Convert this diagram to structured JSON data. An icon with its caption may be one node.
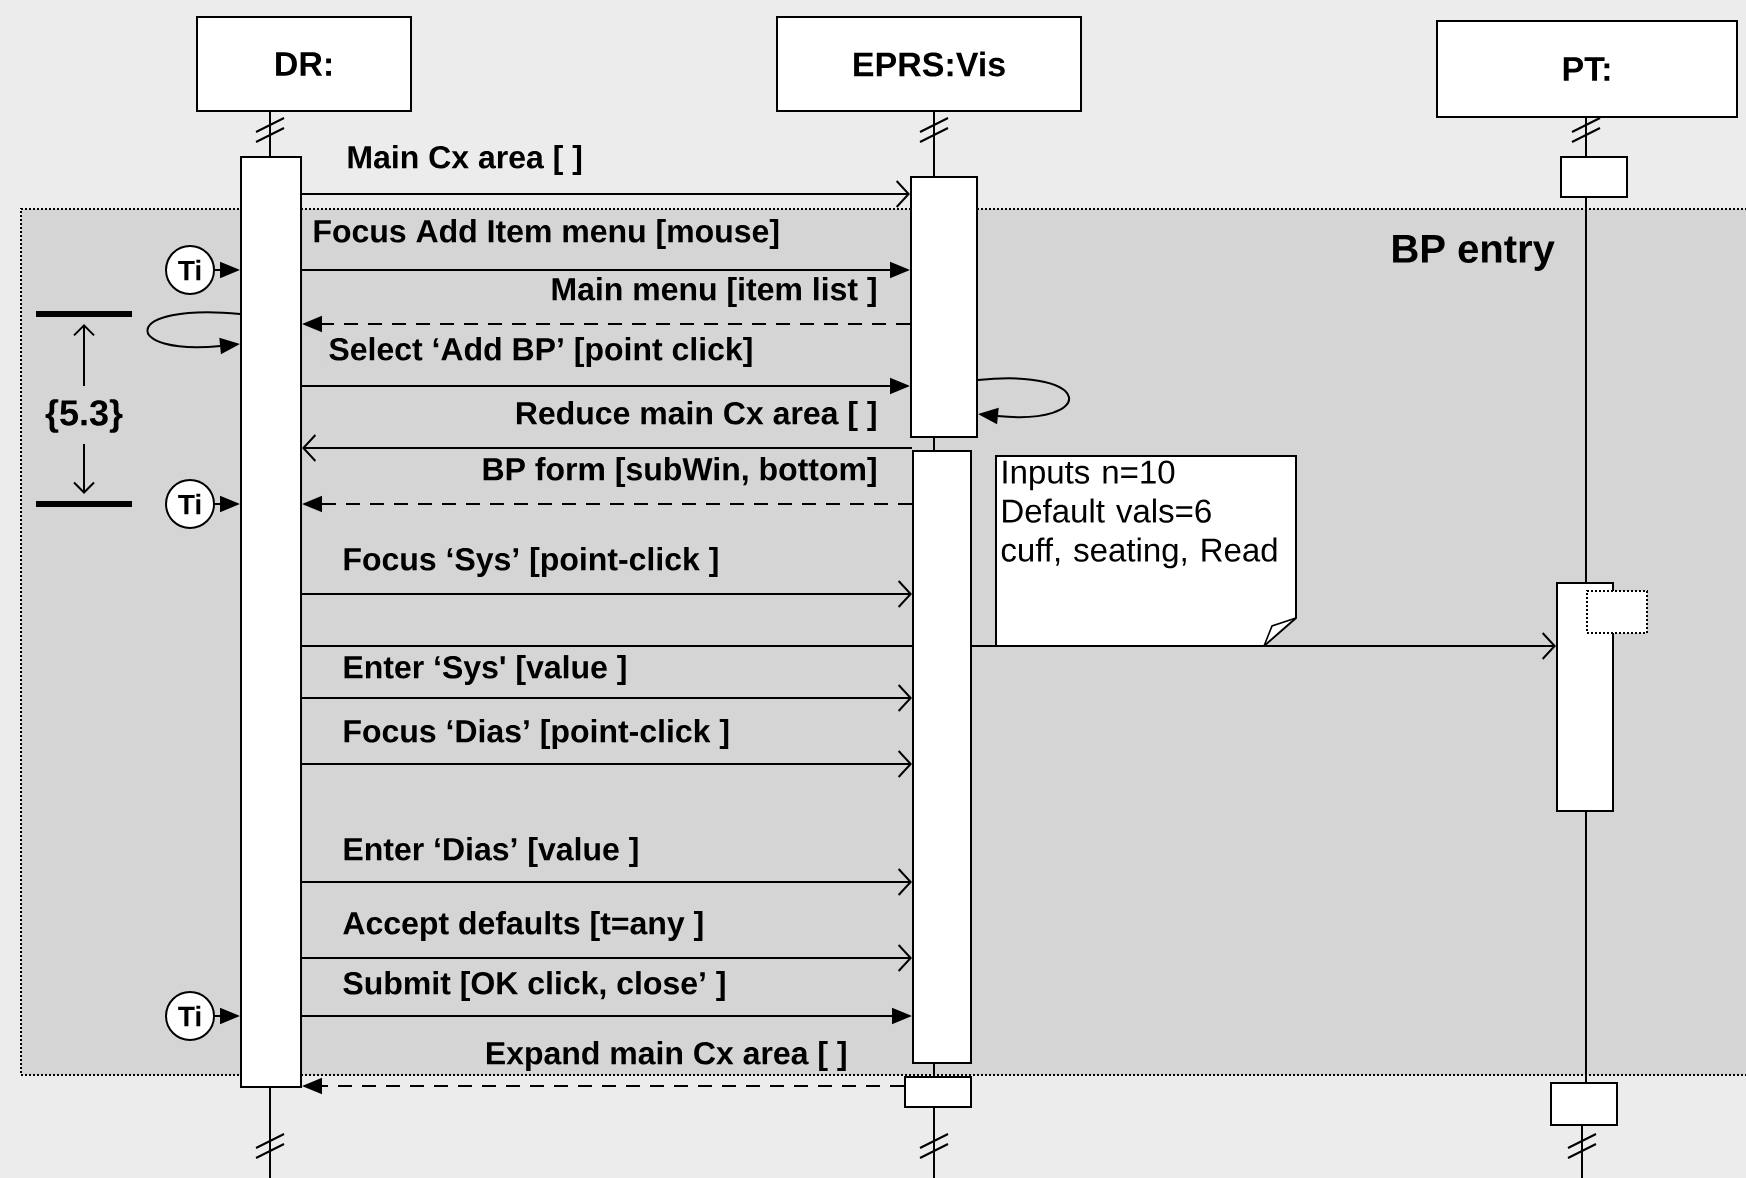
{
  "diagram": {
    "nodes": [
      {
        "text": [
          "BP entry"
        ]
      },
      {
        "text": [
          "DR:"
        ]
      },
      {
        "text": [
          "EPRS:Vis"
        ]
      },
      {
        "text": [
          "PT:"
        ]
      },
      {
        "text": [],
        "shape": "bar"
      },
      {
        "text": [],
        "shape": "bar"
      },
      {
        "text": [],
        "shape": "bar",
        "in": 0
      },
      {
        "text": [],
        "shape": "bar"
      },
      {
        "text": [],
        "shape": "bar"
      },
      {
        "text": [],
        "shape": "bar",
        "in": 0
      },
      {
        "text": [],
        "shape": "box",
        "in": 0
      },
      {
        "text": [],
        "shape": "bar"
      },
      {
        "text": [
          "Inputs n=10 Default vals=6 cuff, seating, Read"
        ],
        "in": 0
      },
      {
        "text": [
          "Ti"
        ],
        "in": 0
      },
      {
        "text": [
          "Ti"
        ],
        "in": 0
      },
      {
        "text": [
          "Ti"
        ],
        "in": 0
      }
    ],
    "edges": [
      {
        "from": 1,
        "to": 4,
        "arrow": "none"
      },
      {
        "from": 2,
        "to": 5,
        "arrow": "none"
      },
      {
        "from": 5,
        "to": 6,
        "arrow": "none"
      },
      {
        "from": 6,
        "to": 7,
        "arrow": "none"
      },
      {
        "from": 3,
        "to": 8,
        "arrow": "none"
      },
      {
        "from": 8,
        "to": 9,
        "arrow": "none"
      },
      {
        "from": 9,
        "to": 11,
        "arrow": "none"
      },
      {
        "from": 4,
        "to": 5,
        "arrow": "to",
        "label": "Main Cx area [ ]"
      },
      {
        "from": 13,
        "to": 4,
        "arrow": "to"
      },
      {
        "from": 4,
        "to": 5,
        "arrow": "to",
        "label": "Focus Add Item menu [mouse]"
      },
      {
        "from": 5,
        "to": 4,
        "arrow": "to",
        "label": "Main menu [item list ]",
        "style": "dashed"
      },
      {
        "from": 4,
        "to": 4,
        "arrow": "to"
      },
      {
        "from": 4,
        "to": 5,
        "arrow": "to",
        "label": "Select ‘Add BP’ [point click]"
      },
      {
        "from": 5,
        "to": 5,
        "arrow": "to"
      },
      {
        "from": 6,
        "to": 4,
        "arrow": "to",
        "label": "Reduce main Cx area [ ]"
      },
      {
        "from": 6,
        "to": 4,
        "arrow": "to",
        "label": "BP form [subWin, bottom]",
        "style": "dashed"
      },
      {
        "from": 14,
        "to": 4,
        "arrow": "to"
      },
      {
        "from": 4,
        "to": 6,
        "arrow": "to",
        "label": "Focus ‘Sys’ [point-click ]"
      },
      {
        "from": 4,
        "to": 6,
        "arrow": "none"
      },
      {
        "from": 6,
        "to": 9,
        "arrow": "to"
      },
      {
        "from": 4,
        "to": 6,
        "arrow": "to",
        "label": "Enter ‘Sys' [value ]"
      },
      {
        "from": 4,
        "to": 6,
        "arrow": "to",
        "label": "Focus ‘Dias’ [point-click ]"
      },
      {
        "from": 4,
        "to": 6,
        "arrow": "to",
        "label": "Enter ‘Dias’ [value ]"
      },
      {
        "from": 4,
        "to": 6,
        "arrow": "to",
        "label": "Accept defaults [t=any ]"
      },
      {
        "from": 4,
        "to": 6,
        "arrow": "to",
        "label": "Submit [OK click, close’ ]"
      },
      {
        "from": 15,
        "to": 4,
        "arrow": "to"
      },
      {
        "from": 7,
        "to": 4,
        "arrow": "to",
        "label": "Expand main Cx area [ ]",
        "style": "dashed"
      }
    ],
    "labels": [
      "{5.3}"
    ]
  }
}
